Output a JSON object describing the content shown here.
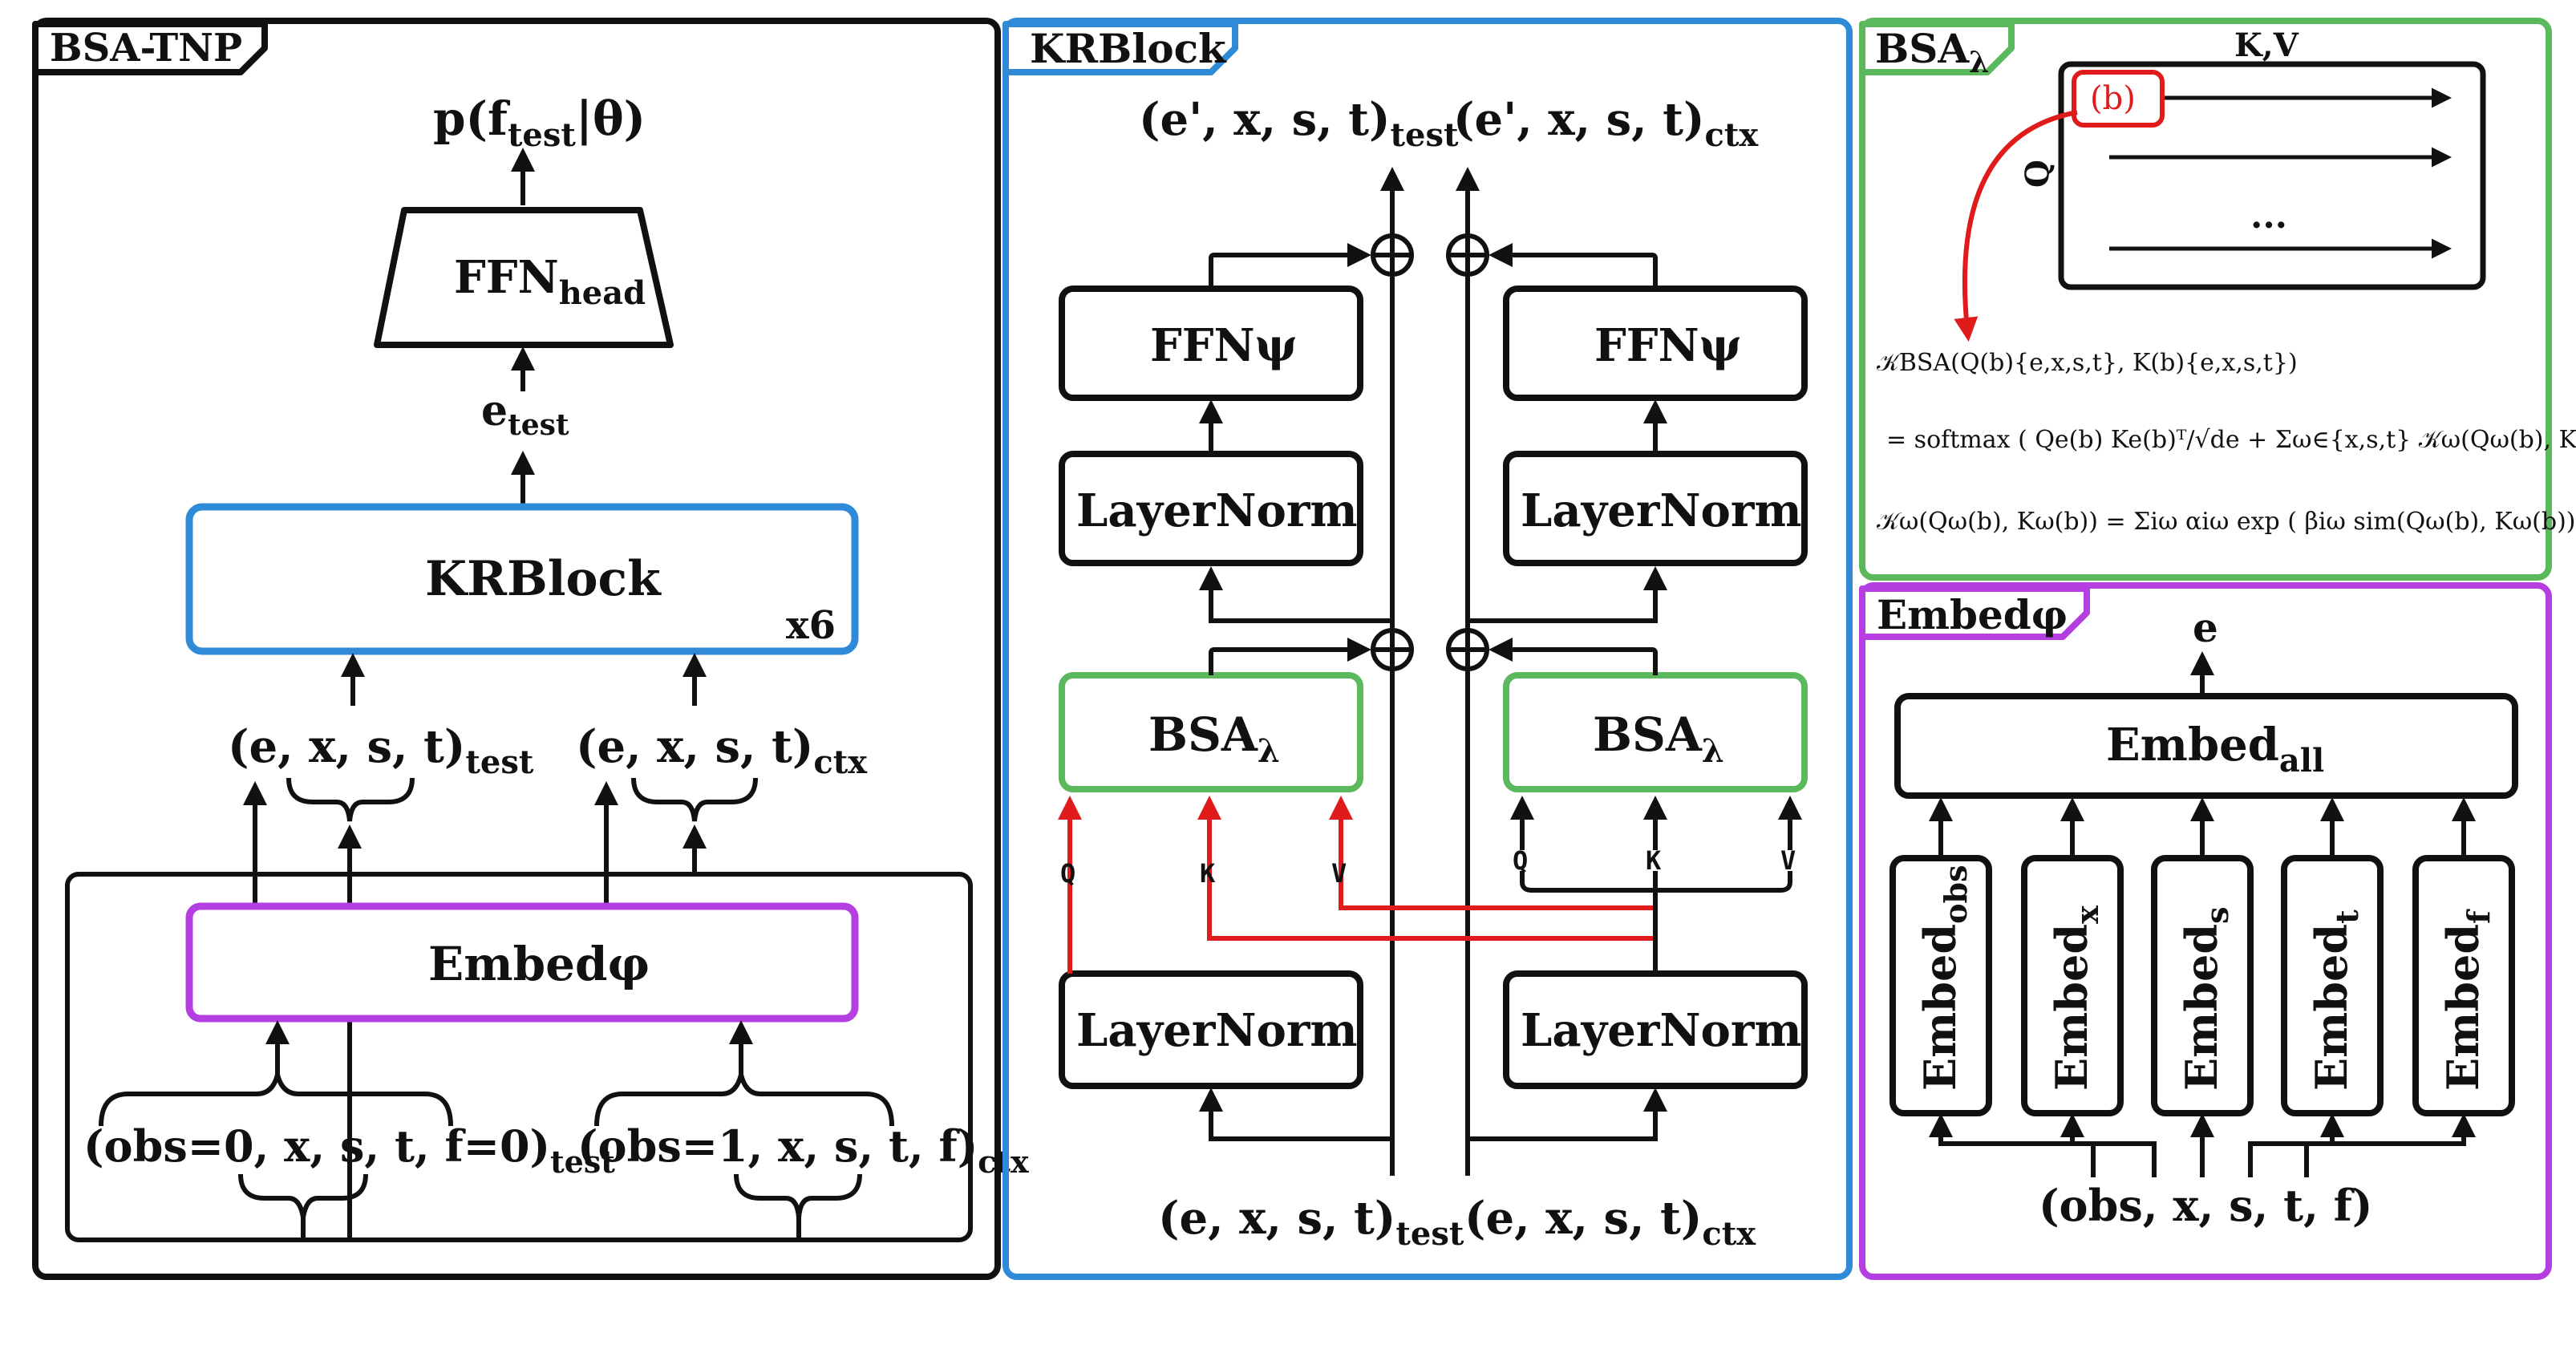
{
  "colors": {
    "ink": "#111111",
    "blue": "#2f8ad8",
    "green": "#5cb85c",
    "purple": "#b53ee0",
    "red": "#e01b1b"
  },
  "panels": {
    "bsa_tnp": {
      "tab": "BSA-TNP",
      "output": "p(f",
      "output_sub": "test",
      "output_end": "|θ)",
      "ffn_head": "FFN",
      "ffn_head_sub": "head",
      "e_test": "e",
      "e_test_sub": "test",
      "krblock": "KRBlock",
      "repeat": "x6",
      "tuple_test": "(e, x, s, t)",
      "tuple_test_sub": "test",
      "tuple_ctx": "(e, x, s, t)",
      "tuple_ctx_sub": "ctx",
      "embed": "Embedφ",
      "input_test": "(obs=0, x, s, t, f=0)",
      "input_test_sub": "test",
      "input_ctx": "(obs=1, x, s, t, f)",
      "input_ctx_sub": "ctx"
    },
    "krblock": {
      "tab": "KRBlock",
      "out_test": "(e', x, s, t)",
      "out_test_sub": "test",
      "out_ctx": "(e', x, s, t)",
      "out_ctx_sub": "ctx",
      "ffn": "FFNψ",
      "layernorm": "LayerNorm",
      "bsa": "BSA",
      "bsa_sub": "λ",
      "q": "Q",
      "k": "K",
      "v": "V",
      "in_test": "(e, x, s, t)",
      "in_test_sub": "test",
      "in_ctx": "(e, x, s, t)",
      "in_ctx_sub": "ctx"
    },
    "bsa": {
      "tab": "BSA",
      "tab_sub": "λ",
      "kv": "K,V",
      "q": "Q",
      "bucket": "(b)",
      "dots": "...",
      "eq1": "𝒦BSA(Q(b){e,x,s,t}, K(b){e,x,s,t})",
      "eq2": "= softmax ( Qe(b) Ke(b)ᵀ/√de + Σω∈{x,s,t} 𝒦ω(Qω(b), Kω(b)) )",
      "eq3": "𝒦ω(Qω(b), Kω(b)) = Σiω αiω exp ( βiω sim(Qω(b), Kω(b)) )"
    },
    "embed": {
      "tab": "Embedφ",
      "out": "e",
      "embed_all": "Embed",
      "embed_all_sub": "all",
      "columns": [
        {
          "label": "Embed",
          "sub": "obs"
        },
        {
          "label": "Embed",
          "sub": "x"
        },
        {
          "label": "Embed",
          "sub": "s"
        },
        {
          "label": "Embed",
          "sub": "t"
        },
        {
          "label": "Embed",
          "sub": "f"
        }
      ],
      "input": "(obs, x, s, t, f)"
    }
  }
}
